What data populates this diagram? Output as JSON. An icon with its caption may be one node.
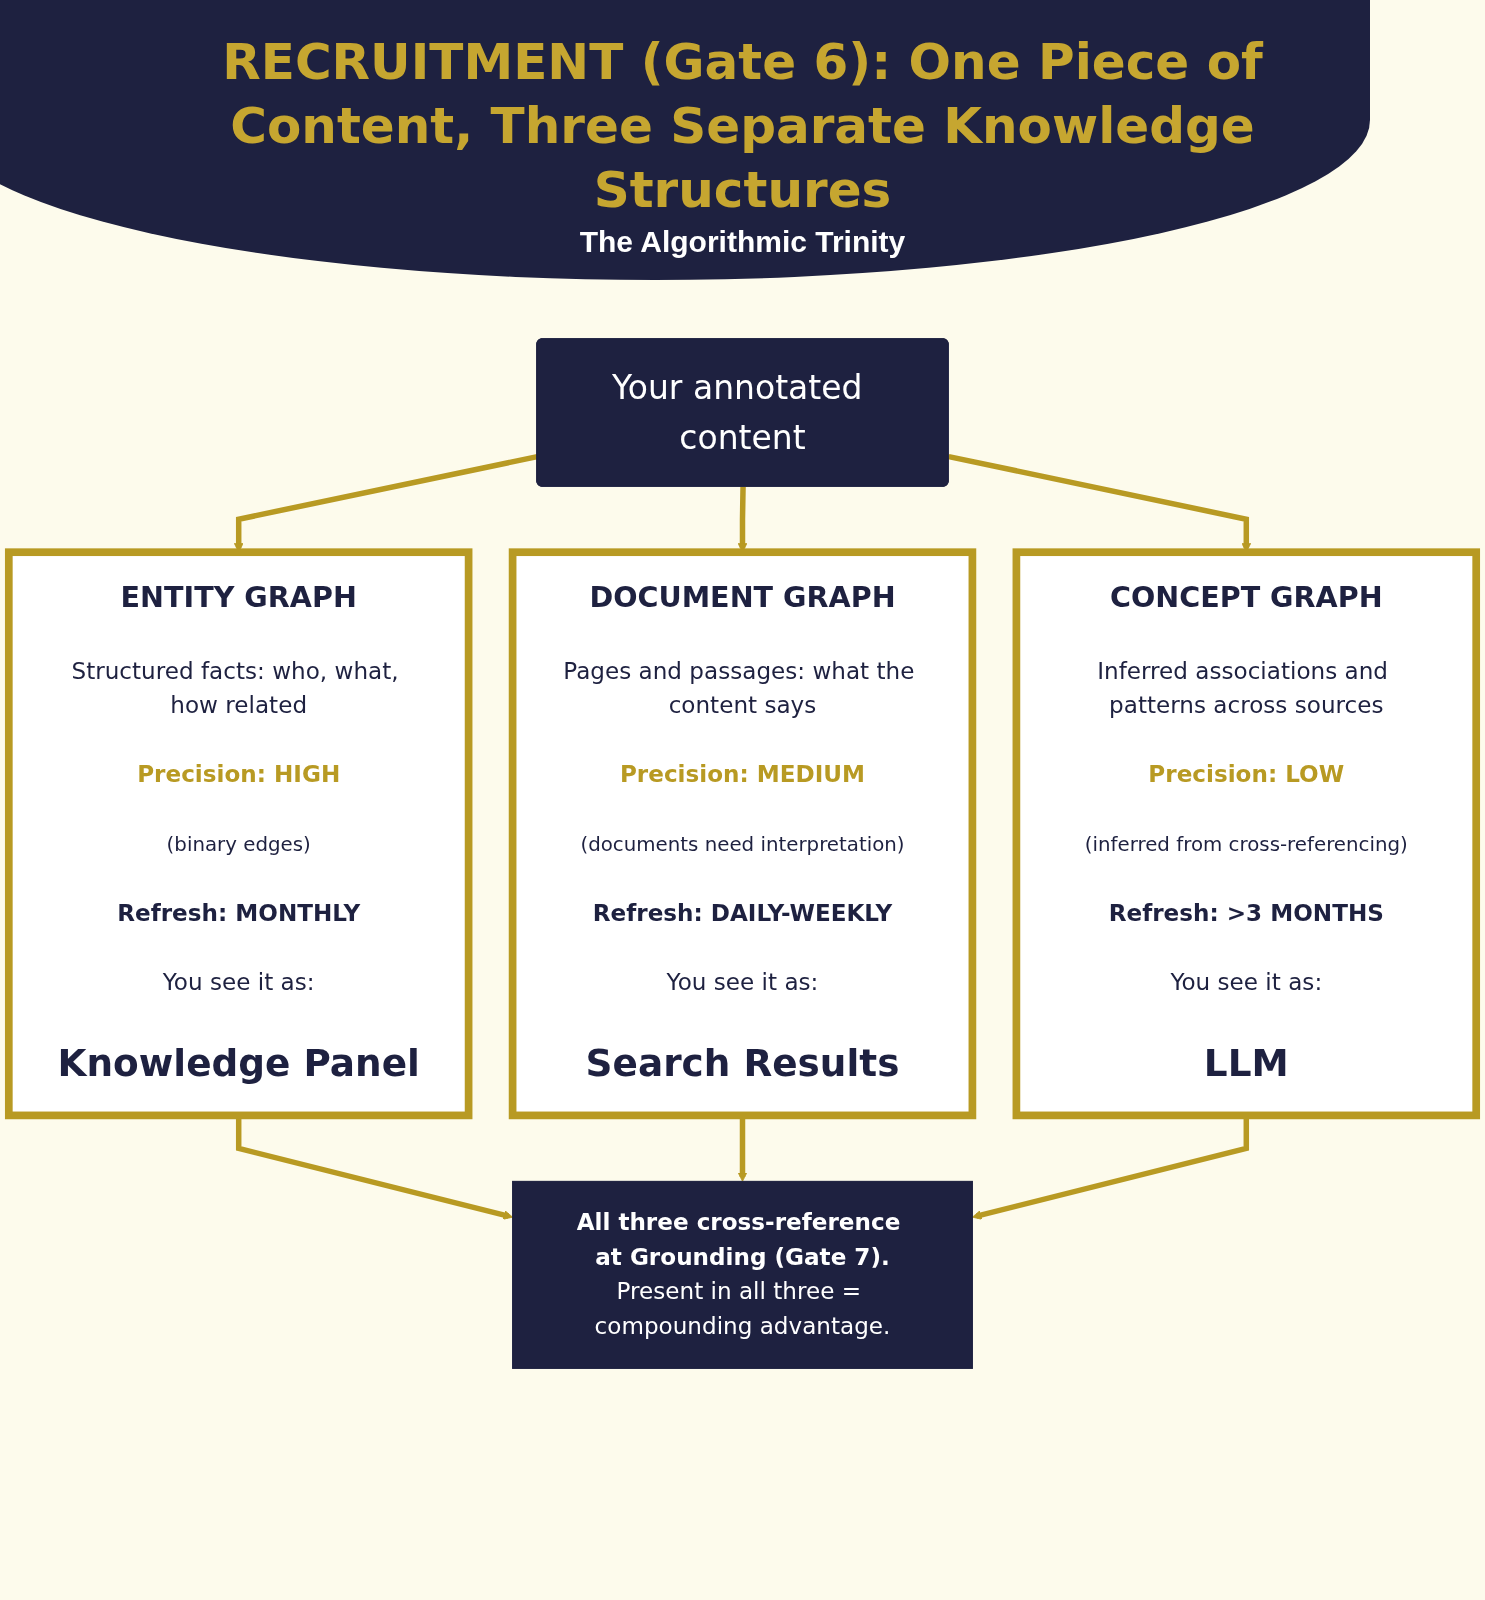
{
  "diagram": {
    "title": "RECRUITMENT (Gate 6): One Piece of Content, Three Separate Knowledge Structures",
    "nodes": [
      {
        "text": [
          "Your annotated content"
        ]
      },
      {
        "text": [
          "ENTITY GRAPH",
          "Structured facts: who, what, how related",
          "Precision: HIGH",
          "(binary edges)",
          "Refresh: MONTHLY",
          "You see it as:",
          "Knowledge Panel"
        ]
      },
      {
        "text": [
          "DOCUMENT GRAPH",
          "Pages and passages: what the content says",
          "Precision: MEDIUM",
          "(documents need interpretation)",
          "Refresh: DAILY-WEEKLY",
          "You see it as:",
          "Search Results"
        ]
      },
      {
        "text": [
          "CONCEPT GRAPH",
          "Inferred associations and patterns across sources",
          "Precision: LOW",
          "(inferred from cross-referencing)",
          "Refresh: >3 MONTHS",
          "You see it as:",
          "LLM"
        ]
      },
      {
        "text": [
          "All three cross-reference at Grounding (Gate 7).",
          "Present in all three = compounding advantage."
        ]
      }
    ],
    "edges": [
      {
        "from": 0,
        "to": 1,
        "arrow": "to"
      },
      {
        "from": 0,
        "to": 2,
        "arrow": "to"
      },
      {
        "from": 0,
        "to": 3,
        "arrow": "to"
      },
      {
        "from": 1,
        "to": 4,
        "arrow": "to"
      },
      {
        "from": 2,
        "to": 4,
        "arrow": "to"
      },
      {
        "from": 3,
        "to": 4,
        "arrow": "to"
      }
    ],
    "labels": [
      "The Algorithmic Trinity"
    ]
  }
}
